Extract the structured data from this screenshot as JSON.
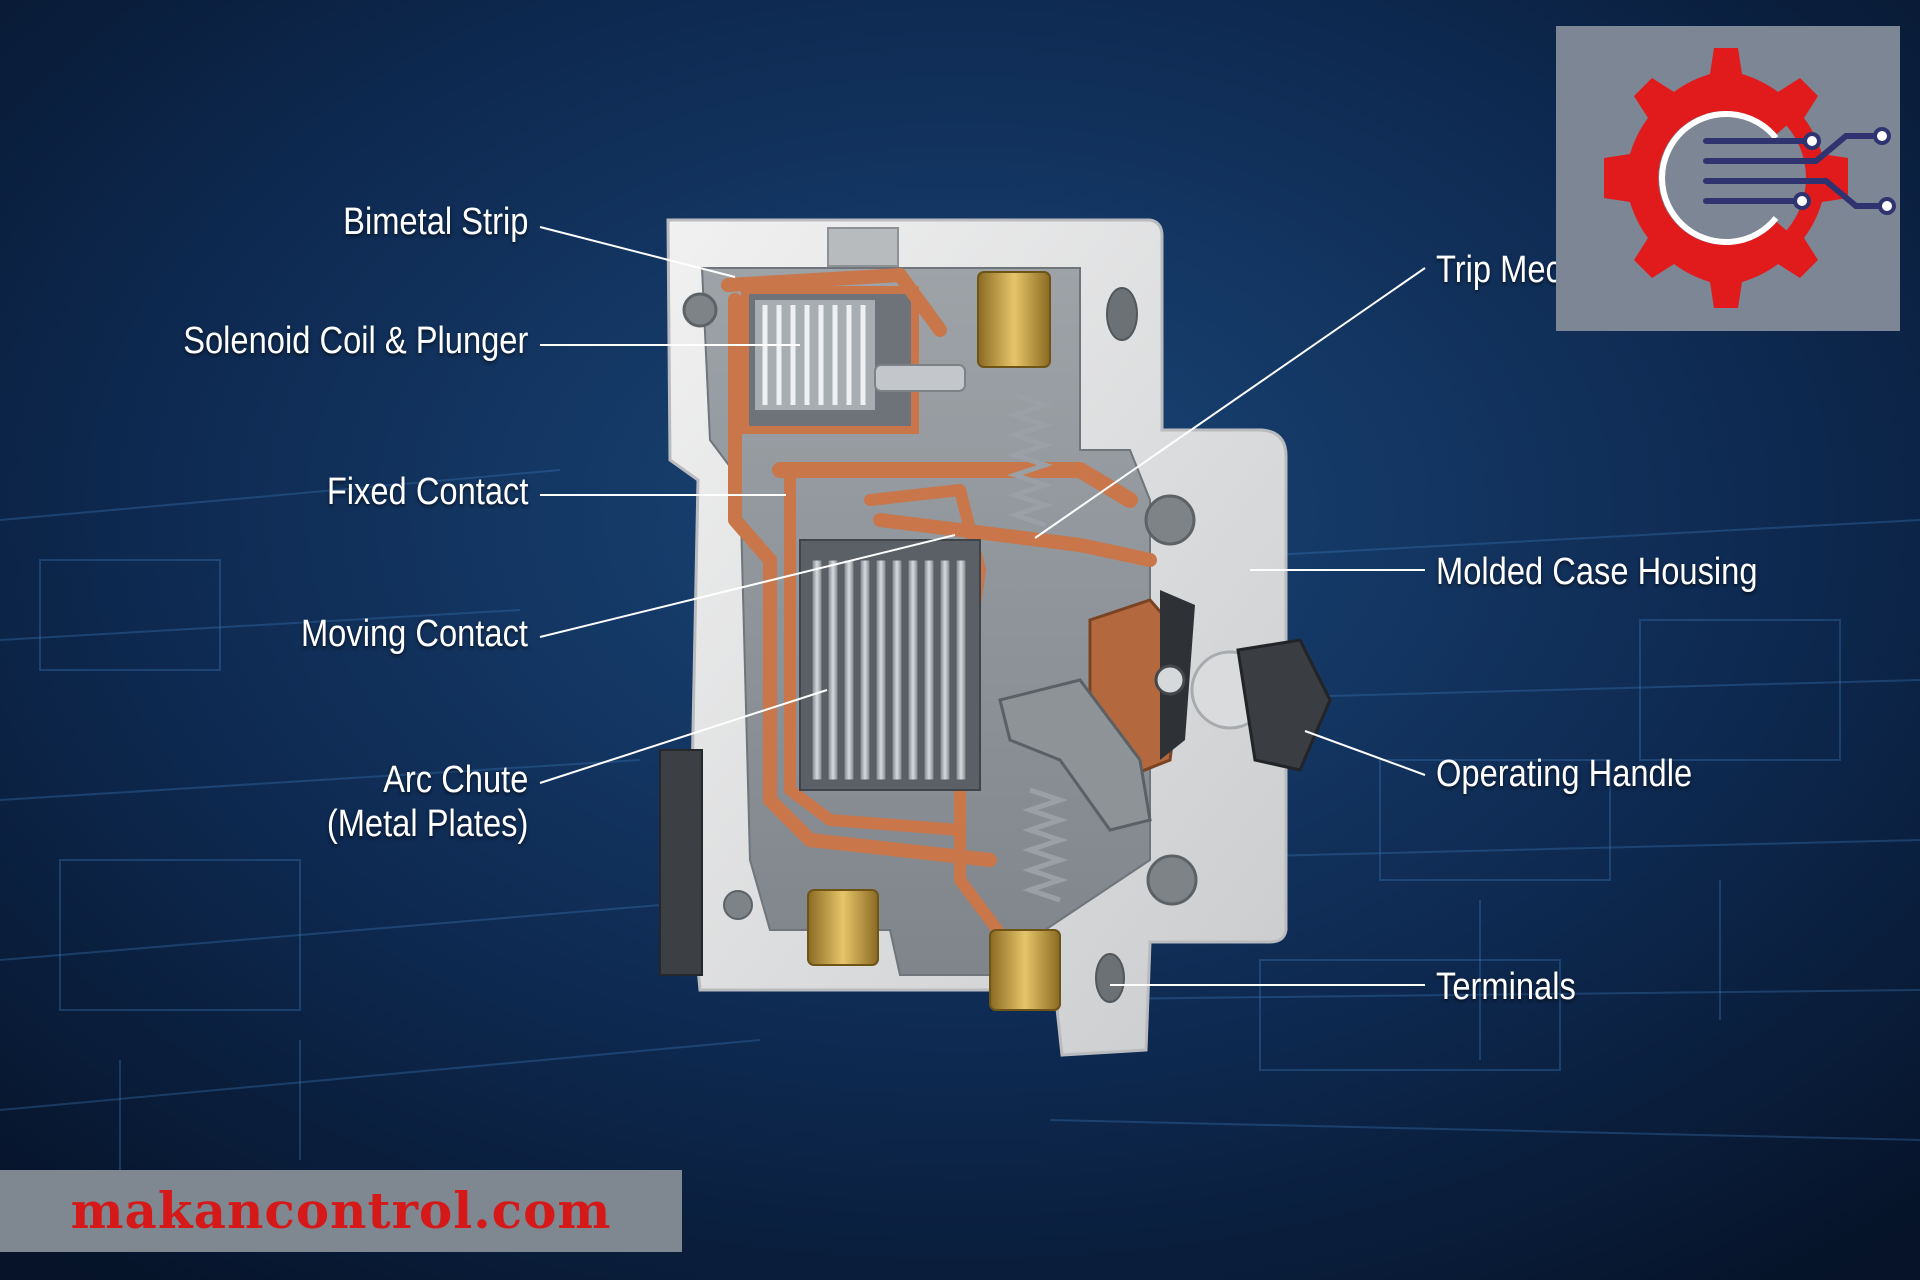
{
  "labels": {
    "bimetal_strip": "Bimetal Strip",
    "solenoid": "Solenoid Coil & Plunger",
    "fixed_contact": "Fixed Contact",
    "moving_contact": "Moving Contact",
    "arc_chute_line1": "Arc Chute",
    "arc_chute_line2": "(Metal Plates)",
    "trip_mechanism": "Trip Mechanis",
    "molded_case": "Molded Case Housing",
    "operating_handle": "Operating Handle",
    "terminals": "Terminals"
  },
  "watermark": {
    "url": "makancontrol.com"
  },
  "logo": {
    "icon": "gear-circuit-logo-icon"
  },
  "colors": {
    "background": "#0b1f3e",
    "copper": "#c8764a",
    "brass": "#c9a24a",
    "housing": "#dedfe0",
    "logo_red": "#e11b1b",
    "logo_navy": "#2f3470",
    "url_red": "#d51919"
  }
}
